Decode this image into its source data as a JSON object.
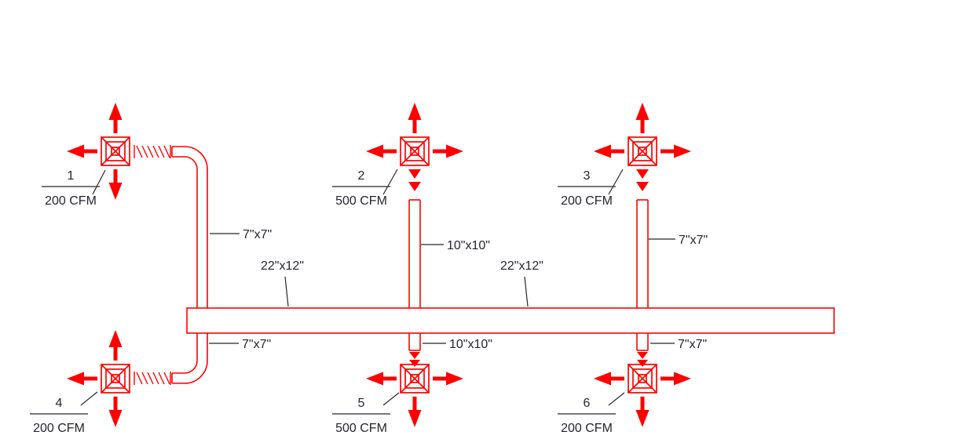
{
  "colors": {
    "duct_red": "#FF0000",
    "annotation_text": "#25252d"
  },
  "diffusers": [
    {
      "id": "1",
      "cfm": "200 CFM"
    },
    {
      "id": "2",
      "cfm": "500 CFM"
    },
    {
      "id": "3",
      "cfm": "200 CFM"
    },
    {
      "id": "4",
      "cfm": "200 CFM"
    },
    {
      "id": "5",
      "cfm": "500 CFM"
    },
    {
      "id": "6",
      "cfm": "200 CFM"
    }
  ],
  "duct_labels": {
    "branch_top_left": "7\"x7\"",
    "riser_top_mid": "10\"x10\"",
    "branch_top_right": "7\"x7\"",
    "main_left": "22\"x12\"",
    "main_right": "22\"x12\"",
    "branch_bottom_left": "7\"x7\"",
    "riser_bottom_mid": "10\"x10\"",
    "branch_bottom_right": "7\"x7\""
  }
}
